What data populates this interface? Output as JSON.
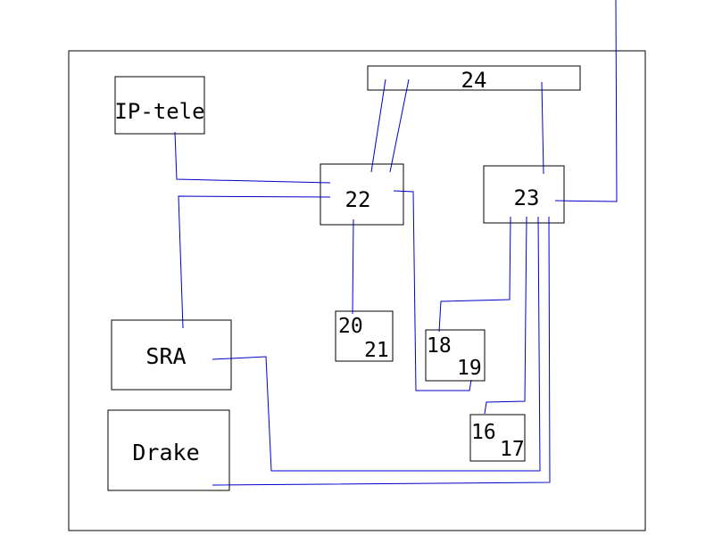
{
  "nodes": {
    "ip_tele": "IP-tele",
    "n24": "24",
    "n22": "22",
    "n23": "23",
    "n20": "20",
    "n21": "21",
    "n18": "18",
    "n19": "19",
    "n16": "16",
    "n17": "17",
    "sra": "SRA",
    "drake": "Drake"
  },
  "colors": {
    "box_stroke": "#000000",
    "wire": "#0000cc",
    "background": "#ffffff"
  }
}
